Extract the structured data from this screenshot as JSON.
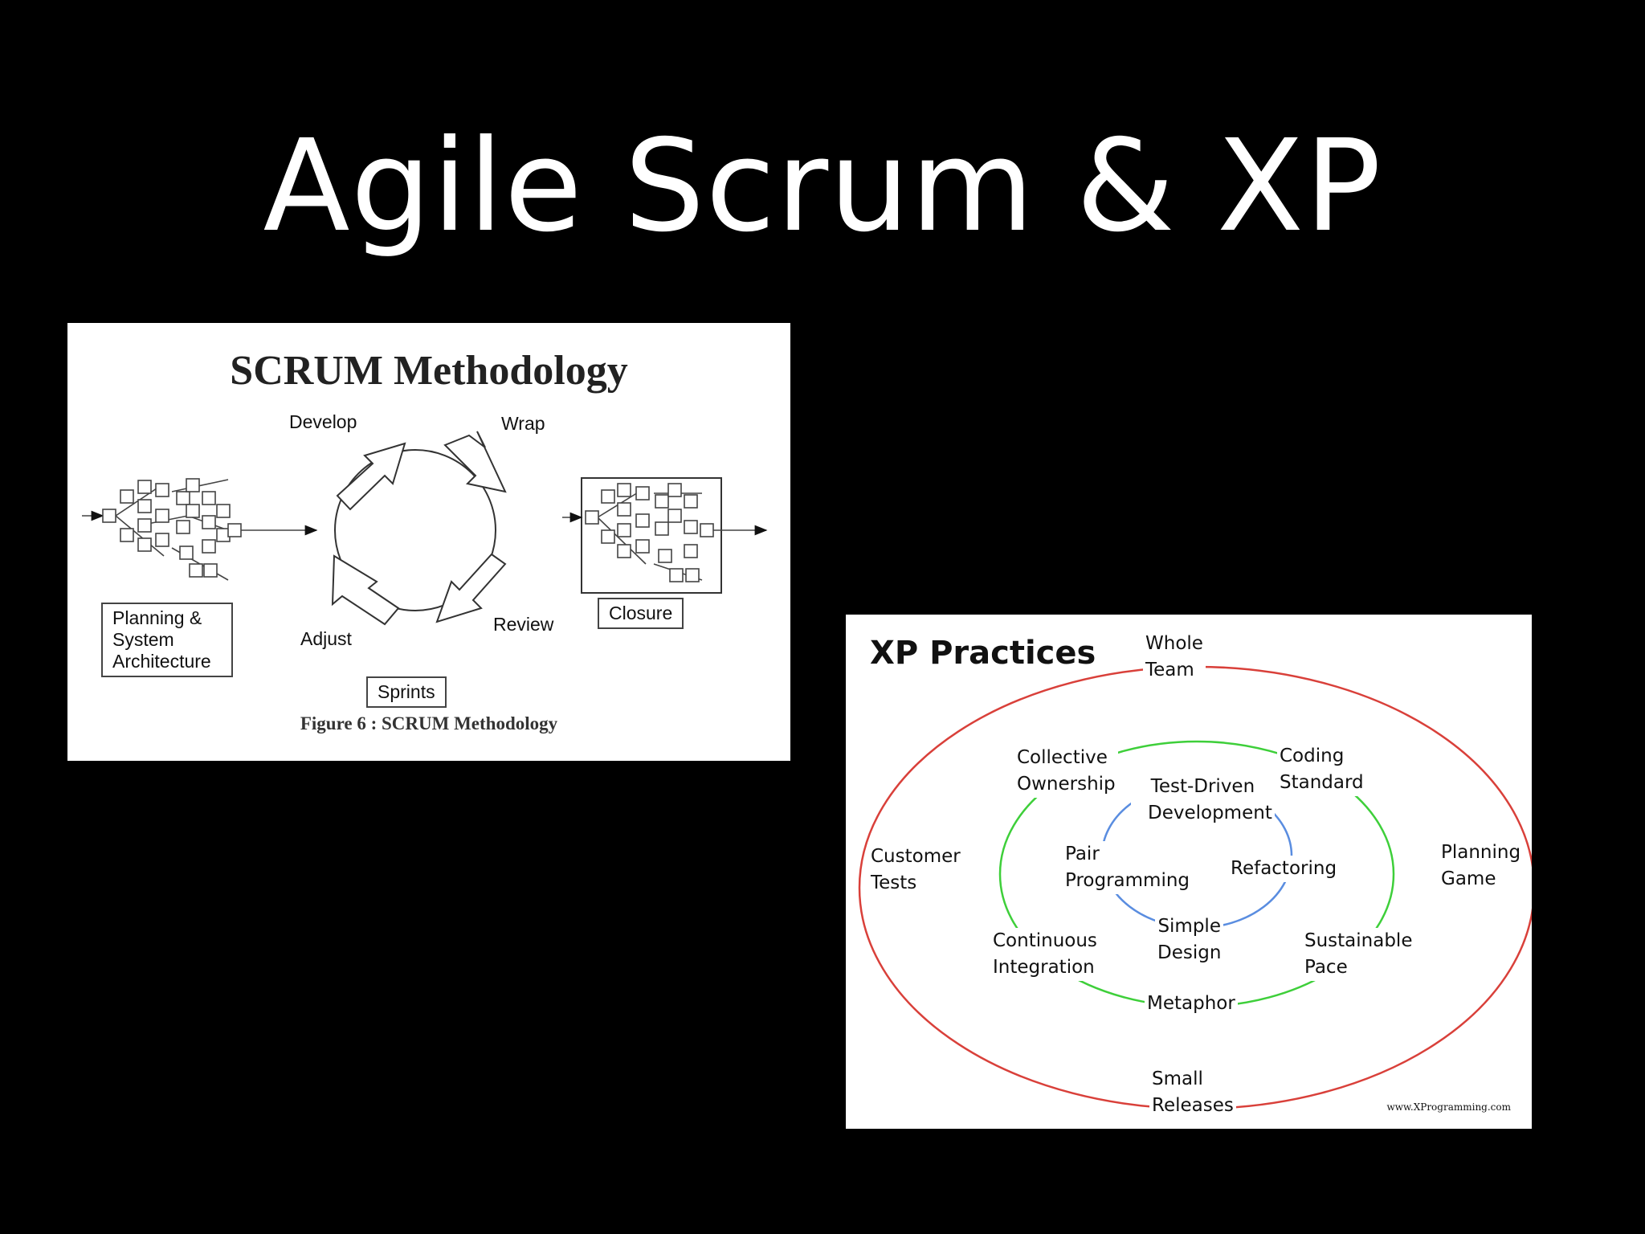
{
  "slide": {
    "title": "Agile Scrum & XP"
  },
  "scrum": {
    "title": "SCRUM Methodology",
    "labels": {
      "develop": "Develop",
      "wrap": "Wrap",
      "adjust": "Adjust",
      "review": "Review",
      "planning_line1": "Planning &",
      "planning_line2": "System",
      "planning_line3": "Architecture",
      "closure": "Closure",
      "sprints": "Sprints"
    },
    "caption": "Figure 6 : SCRUM Methodology"
  },
  "xp": {
    "title": "XP Practices",
    "outer": {
      "whole_team": [
        "Whole",
        "Team"
      ],
      "customer_tests": [
        "Customer",
        "Tests"
      ],
      "planning_game": [
        "Planning",
        "Game"
      ],
      "small_releases": [
        "Small",
        "Releases"
      ]
    },
    "middle": {
      "collective_ownership": [
        "Collective",
        "Ownership"
      ],
      "coding_standard": [
        "Coding",
        "Standard"
      ],
      "continuous_integration": [
        "Continuous",
        "Integration"
      ],
      "sustainable_pace": [
        "Sustainable",
        "Pace"
      ],
      "metaphor": "Metaphor"
    },
    "inner": {
      "tdd": [
        "Test-Driven",
        "Development"
      ],
      "pair_programming": [
        "Pair",
        "Programming"
      ],
      "refactoring": "Refactoring",
      "simple_design": [
        "Simple",
        "Design"
      ]
    },
    "credit": "www.XProgramming.com",
    "colors": {
      "outer": "#d9403a",
      "middle": "#3ecf3a",
      "inner": "#5a8de0"
    }
  }
}
